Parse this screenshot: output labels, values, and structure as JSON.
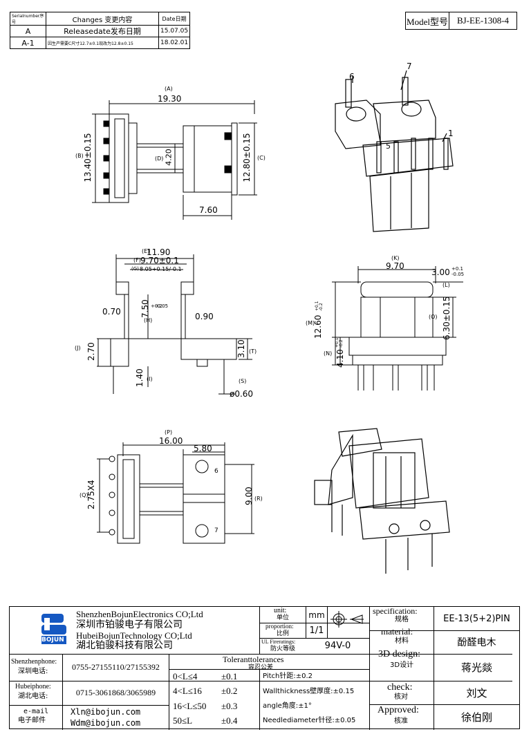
{
  "revision": {
    "headers": {
      "serial": "Serialnumber序号",
      "changes": "Changes 变更内容",
      "date": "Date日期"
    },
    "rows": [
      {
        "serial": "A",
        "change": "Releasedate发布日期",
        "date": "15.07.05"
      },
      {
        "serial": "A-1",
        "change": "因生产需要C尺寸12.7±0.1现改为12.8±0.15",
        "date": "18.02.01"
      }
    ]
  },
  "model": {
    "label": "Model型号",
    "value": "BJ-EE-1308-4"
  },
  "view_top": {
    "dims": {
      "A_label": "(A)",
      "A": "19.30",
      "B_label": "(B)",
      "B": "13.40±0.15",
      "C_label": "(C)",
      "C": "12.80±0.15",
      "D_label": "(D)",
      "D": "4.20",
      "w": "7.60"
    }
  },
  "view_iso": {
    "pins": [
      "6",
      "7",
      "1",
      "5"
    ]
  },
  "view_front": {
    "dims": {
      "E_label": "(E)",
      "E": "11.90",
      "F_label": "(F)",
      "F": "9.70±0.1",
      "G_label": "(G)",
      "G": "8.05+0.15/-0.1",
      "H_label": "(H)",
      "H": "7.50",
      "H_tol_up": "+0.2",
      "H_tol_dn": "-0.05",
      "wall1": "0.70",
      "wall2": "0.90",
      "I_label": "(I)",
      "I": "1.40",
      "J_label": "(J)",
      "J": "2.70",
      "T_label": "(T)",
      "T": "3.10",
      "S_label": "(S)",
      "S": "ø0.60"
    }
  },
  "view_side": {
    "dims": {
      "K_label": "(K)",
      "K": "9.70",
      "L_label": "(L)",
      "L": "3.00",
      "L_tol_up": "+0.1",
      "L_tol_dn": "-0.05",
      "M_label": "(M)",
      "M": "12.60",
      "M_tol_up": "+0.1",
      "M_tol_dn": "-0.2",
      "O_label": "(O)",
      "O": "6.30±0.15",
      "N_label": "(N)",
      "N": "4.10",
      "N_tol_up": "+0.1",
      "N_tol_dn": "-0.2"
    }
  },
  "view_bottom": {
    "dims": {
      "P_label": "(P)",
      "P": "16.00",
      "w": "5.80",
      "Q_label": "(Q)",
      "Q": "2.75X4",
      "R_label": "(R)",
      "R": "9.00",
      "pin6": "6",
      "pin7": "7"
    }
  },
  "title_block": {
    "company_en1": "ShenzhenBojunElectronics CO;Ltd",
    "company_cn1": "深圳市铂骏电子有限公司",
    "company_en2": "HubeiBojunTechnology CO;Ltd",
    "company_cn2": "湖北铂骏科技有限公司",
    "logo_text": "BOJUN",
    "unit_label": "unit:",
    "unit_label_cn": "单位",
    "unit_value": "mm",
    "proportion_label": "proportion:",
    "proportion_label_cn": "比例",
    "proportion_value": "1/1",
    "ul_label": "UL Fireratings:",
    "ul_label_cn": "防火等级",
    "ul_value": "94V-0",
    "spec_label": "specification:",
    "spec_label_cn": "规格",
    "spec_value": "EE-13(5+2)PIN",
    "material_label": "material:",
    "material_label_cn": "材料",
    "material_value": "酚醛电木",
    "design_label": "3D design:",
    "design_label_cn": "3D设计",
    "design_value": "蒋光燚",
    "check_label": "check:",
    "check_label_cn": "核对",
    "check_value": "刘文",
    "approved_label": "Approved:",
    "approved_label_cn": "核准",
    "approved_value": "徐伯刚",
    "sz_phone_label": "Shenzhenphone:",
    "sz_phone_label_cn": "深圳电话:",
    "sz_phone": "0755-27155110/27155392",
    "hb_phone_label": "Hubeiphone:",
    "hb_phone_label_cn": "湖北电话:",
    "hb_phone": "0715-3061868/3065989",
    "email_label": "e-mail",
    "email_label_cn": "电子邮件",
    "email1": "Xln@ibojun.com",
    "email2": "Wdm@ibojun.com",
    "tol_title": "Toleranttolerances",
    "tol_title_cn": "容忍公差",
    "tol": [
      {
        "range": "0<L≤4",
        "value": "±0.1"
      },
      {
        "range": "4<L≤16",
        "value": "±0.2"
      },
      {
        "range": "16<L≤50",
        "value": "±0.3"
      },
      {
        "range": "50≤L",
        "value": "±0.4"
      }
    ],
    "pitch": "Pitch针距:±0.2",
    "wall": "Wallthickness壁厚度:±0.15",
    "angle": "angle角度:±1°",
    "needle": "Needlediameter针径:±0.05"
  }
}
